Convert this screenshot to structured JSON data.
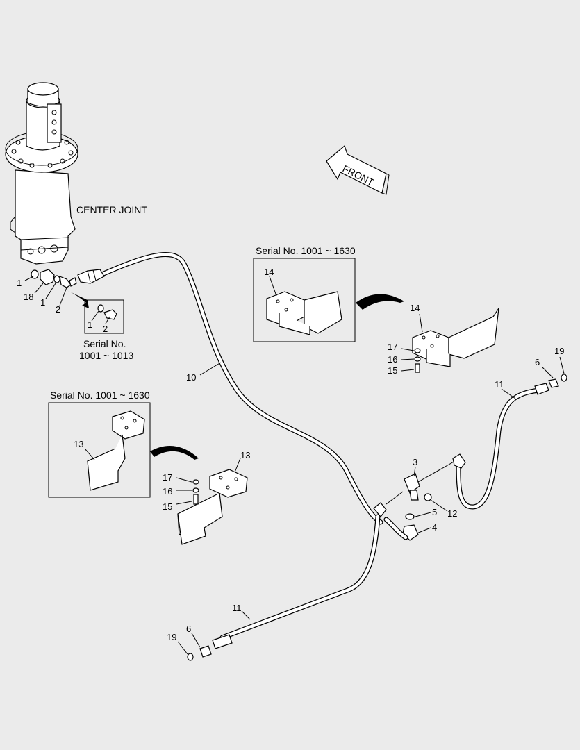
{
  "labels": {
    "center_joint": "CENTER JOINT",
    "front": "FRONT",
    "serial_a": "Serial No.",
    "serial_a_range": "1001 ~ 1013",
    "serial_b": "Serial No. 1001 ~ 1630",
    "serial_c": "Serial No. 1001 ~ 1630"
  },
  "callouts": {
    "c1a": "1",
    "c18": "18",
    "c1b": "1",
    "c2a": "2",
    "c1c": "1",
    "c2b": "2",
    "c10": "10",
    "c14a": "14",
    "c14b": "14",
    "c17a": "17",
    "c16a": "16",
    "c15a": "15",
    "c13a": "13",
    "c13b": "13",
    "c17b": "17",
    "c16b": "16",
    "c15b": "15",
    "c3": "3",
    "c5": "5",
    "c12": "12",
    "c4": "4",
    "c11a": "11",
    "c6a": "6",
    "c19a": "19",
    "c11b": "11",
    "c6b": "6",
    "c19b": "19"
  }
}
